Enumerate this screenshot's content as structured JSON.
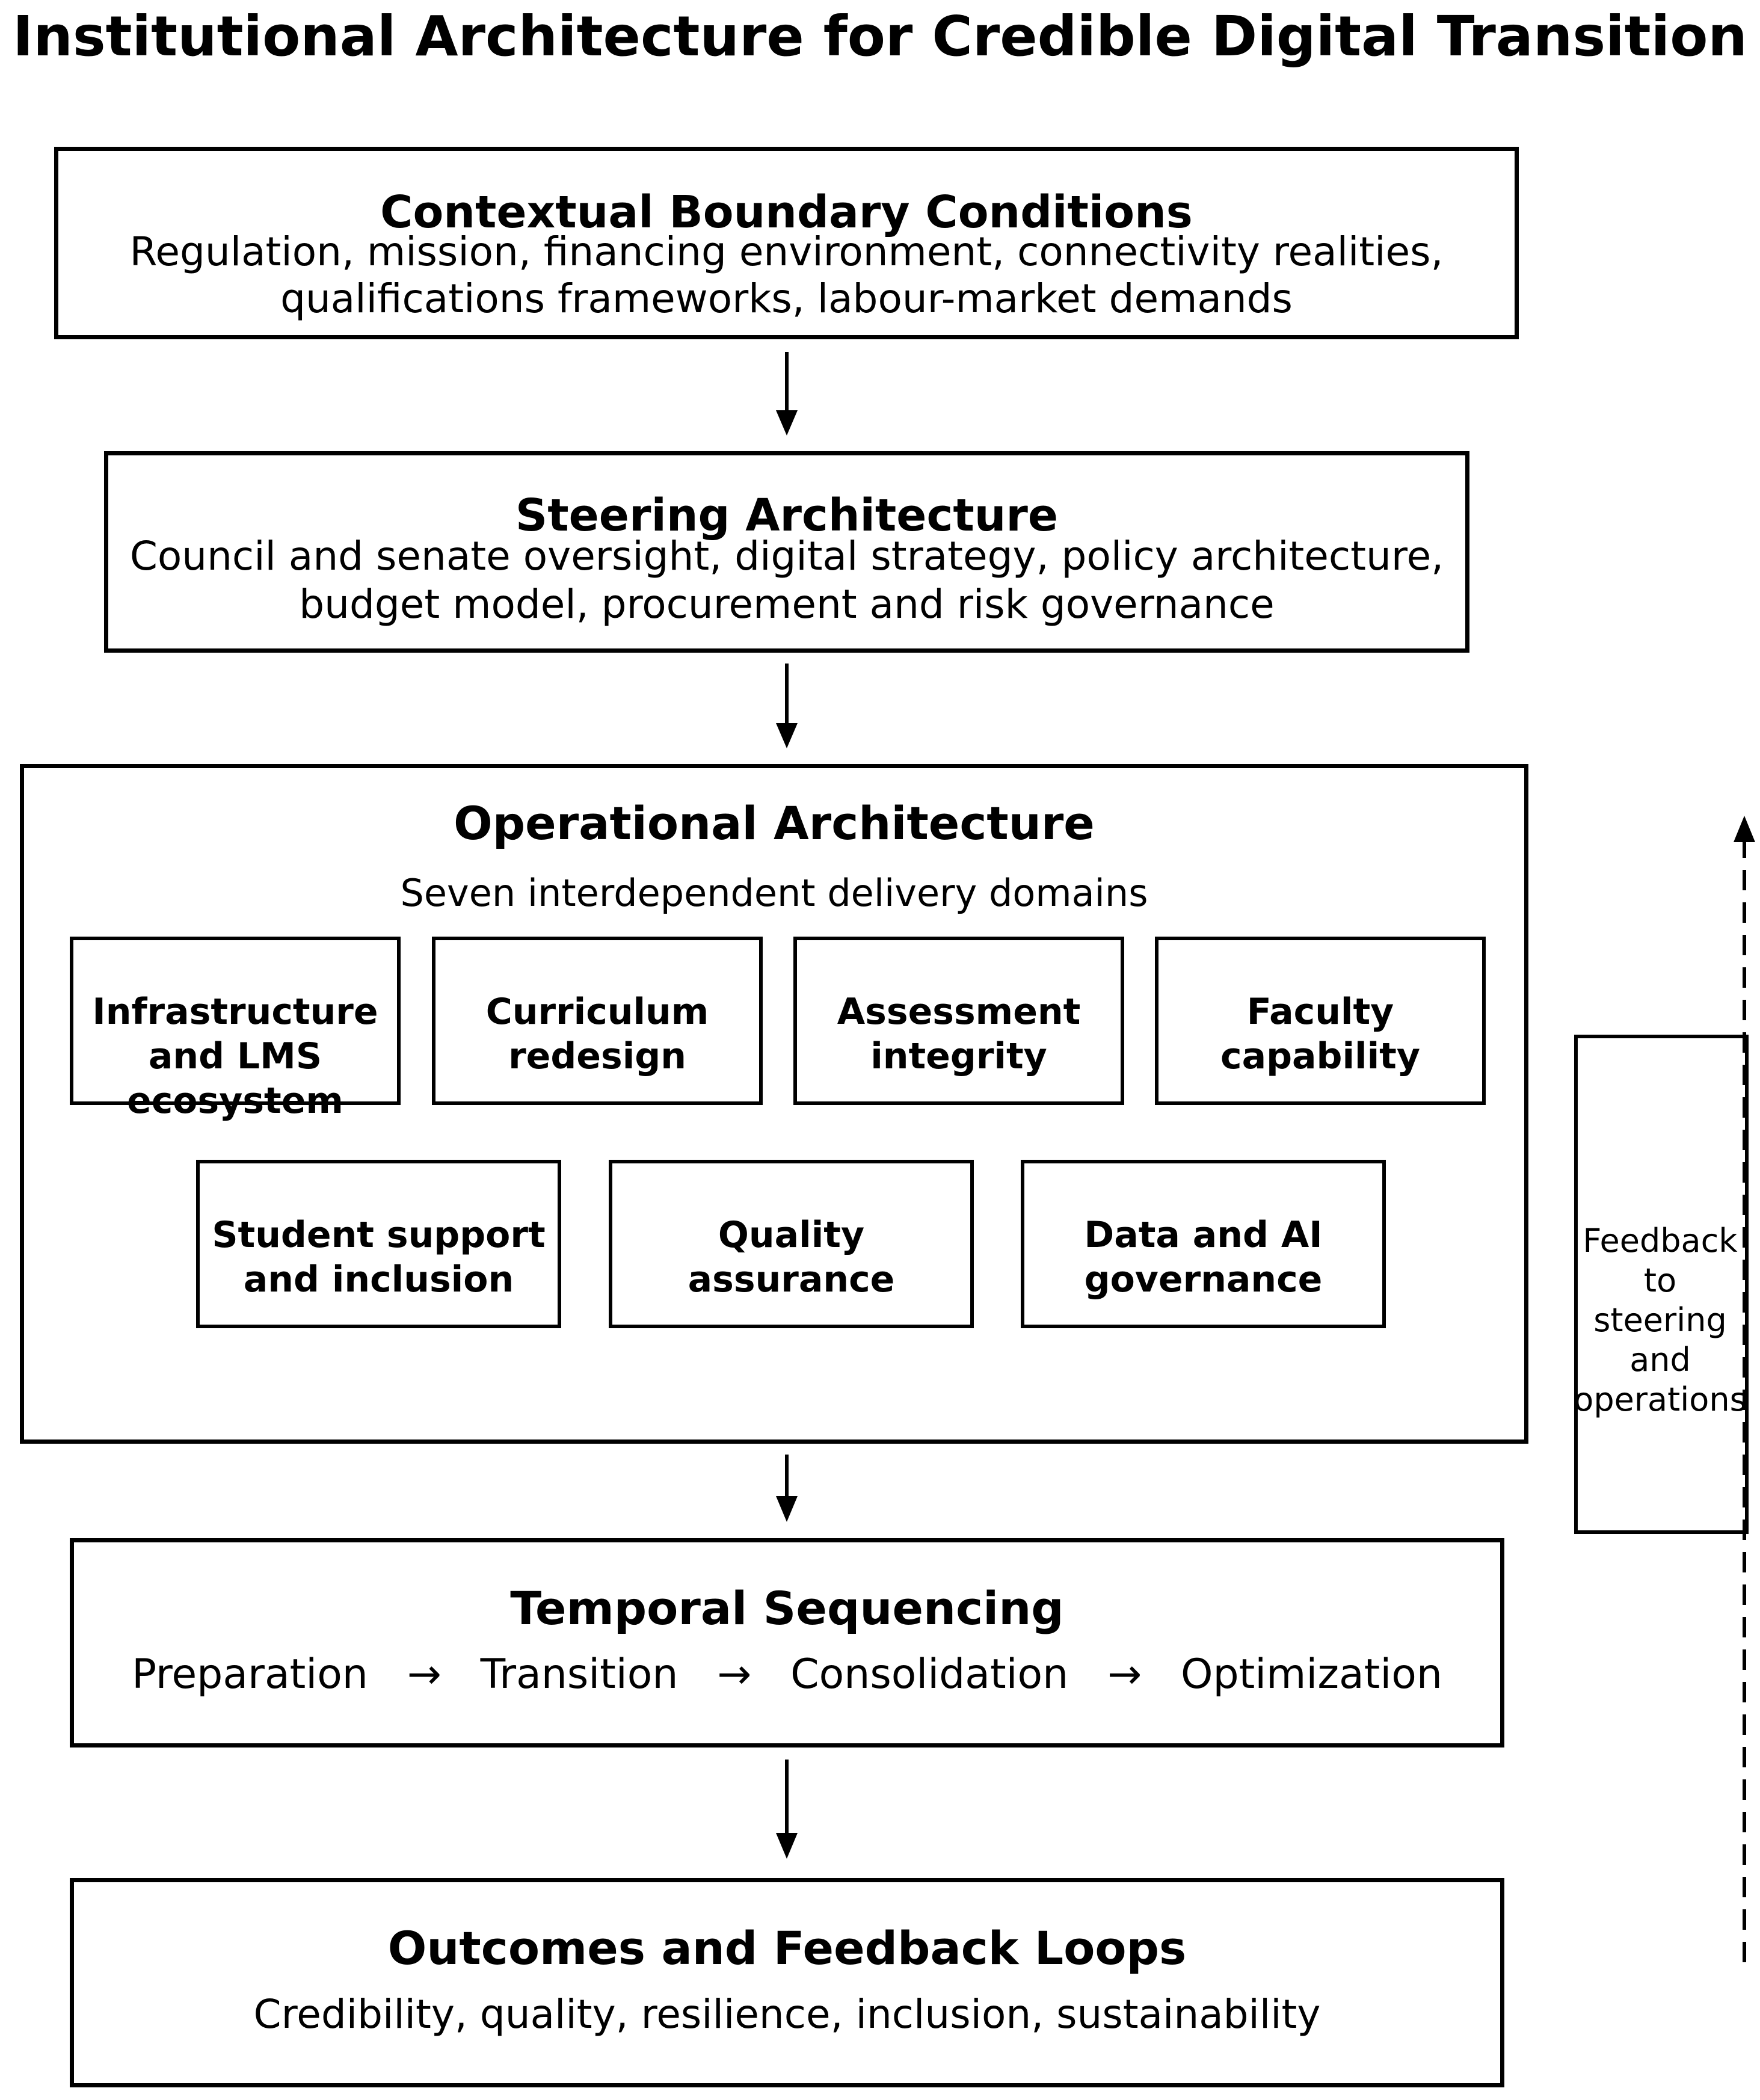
{
  "title": "Institutional Architecture for Credible Digital Transition",
  "contextual": {
    "title": "Contextual Boundary Conditions",
    "line1": "Regulation, mission, financing environment, connectivity realities,",
    "line2": "qualifications frameworks, labour-market demands"
  },
  "steering": {
    "title": "Steering Architecture",
    "line1": "Council and senate oversight, digital strategy, policy architecture,",
    "line2": "budget model, procurement and risk governance"
  },
  "operational": {
    "title": "Operational Architecture",
    "subtitle": "Seven interdependent delivery domains",
    "domains": [
      "Infrastructure\nand LMS ecosystem",
      "Curriculum\nredesign",
      "Assessment\nintegrity",
      "Faculty\ncapability",
      "Student support\nand inclusion",
      "Quality\nassurance",
      "Data and AI\ngovernance"
    ]
  },
  "temporal": {
    "title": "Temporal Sequencing",
    "stages": [
      "Preparation",
      "Transition",
      "Consolidation",
      "Optimization"
    ],
    "separator": "→"
  },
  "outcomes": {
    "title": "Outcomes and Feedback Loops",
    "line1": "Credibility, quality, resilience, inclusion, sustainability"
  },
  "feedback": {
    "label": "Feedback to\nsteering and\noperations"
  }
}
